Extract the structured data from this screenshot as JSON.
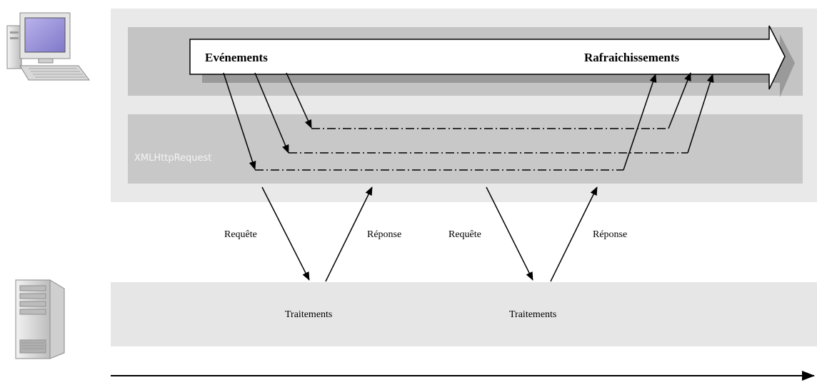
{
  "client": {
    "icon": "desktop-computer-icon",
    "timeline_labels": {
      "start": "Evénements",
      "end": "Rafraichissements"
    }
  },
  "ajax_layer": {
    "label": "XMLHttpRequest"
  },
  "exchanges": [
    {
      "request_label": "Requête",
      "response_label": "Réponse"
    },
    {
      "request_label": "Requête",
      "response_label": "Réponse"
    }
  ],
  "server": {
    "icon": "server-tower-icon",
    "processing_labels": [
      "Traitements",
      "Traitements"
    ]
  },
  "time_axis": {
    "icon": "time-arrow"
  },
  "colors": {
    "client_panel": "#e9e9e9",
    "browser_band": "#c4c4c4",
    "ajax_band": "#c8c8c8",
    "server_panel": "#e6e6e6",
    "ink": "#000000",
    "ajax_label": "#f4f4f4"
  }
}
